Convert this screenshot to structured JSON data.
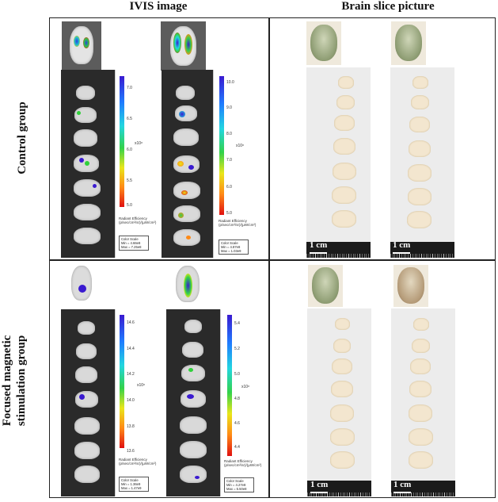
{
  "headers": {
    "ivis": "IVIS image",
    "brain_slice": "Brain slice picture"
  },
  "rows": {
    "control": "Control group",
    "fms_line1": "Focused magnetic",
    "fms_line2": "stimulation group"
  },
  "colorbars": {
    "control_1": {
      "ticks": [
        "7.0",
        "6.5",
        "6.0",
        "5.5",
        "5.0"
      ],
      "exp": "x10⁸",
      "title1": "Radiant Efficiency",
      "title2": "(p/sec/cm²/sr)/(µW/cm²)",
      "scale_title": "Color Scale",
      "min": "Min = 4.66e8",
      "max": "Max = 7.25e8"
    },
    "control_2": {
      "ticks": [
        "10.0",
        "9.0",
        "8.0",
        "7.0",
        "6.0",
        "5.0"
      ],
      "exp": "x10⁸",
      "title1": "Radiant Efficiency",
      "title2": "(p/sec/cm²/sr)/(µW/cm²)",
      "scale_title": "Color Scale",
      "min": "Min = 4.87e8",
      "max": "Max = 1.03e9"
    },
    "fms_1": {
      "ticks": [
        "14.6",
        "14.4",
        "14.2",
        "14.0",
        "13.8",
        "13.6"
      ],
      "exp": "x10⁸",
      "title1": "Radiant Efficiency",
      "title2": "(p/sec/cm²/sr)/(µW/cm²)",
      "scale_title": "Color Scale",
      "min": "Min = 1.36e9",
      "max": "Max = 1.47e9"
    },
    "fms_2": {
      "ticks": [
        "5.4",
        "5.2",
        "5.0",
        "4.8",
        "4.6",
        "4.4"
      ],
      "exp": "x10⁸",
      "title1": "Radiant Efficiency",
      "title2": "(p/sec/cm²/sr)/(µW/cm²)",
      "scale_title": "Color Scale",
      "min": "Min = 4.27e8",
      "max": "Max = 5.50e8"
    }
  },
  "scale_label": "1 cm"
}
